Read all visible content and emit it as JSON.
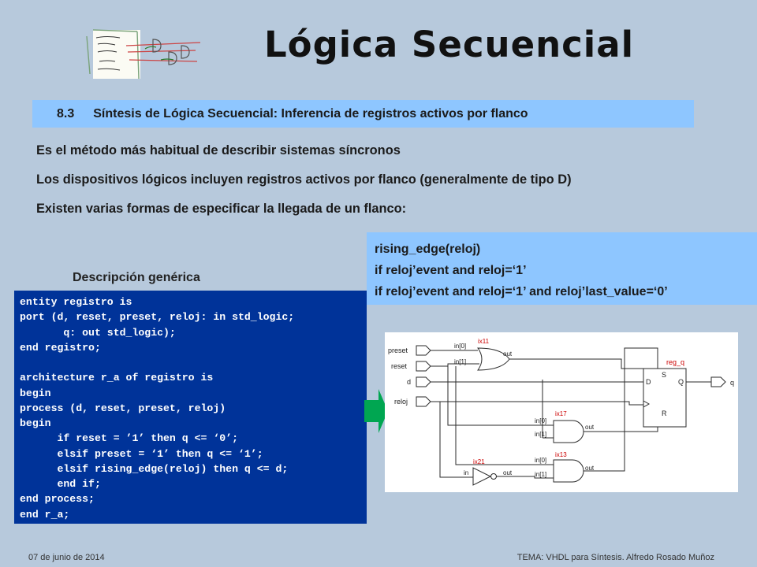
{
  "header": {
    "title": "Lógica Secuencial"
  },
  "section": {
    "number": "8.3",
    "title": "Síntesis de Lógica Secuencial: Inferencia de registros activos por flanco"
  },
  "bullets": [
    "Es el método más habitual de describir sistemas síncronos",
    "Los dispositivos lógicos incluyen registros activos por flanco (generalmente de tipo D)",
    "Existen varias formas de especificar la llegada de un flanco:"
  ],
  "edge_forms": [
    "rising_edge(reloj)",
    "if reloj’event and reloj=‘1’",
    "if reloj’event and reloj=‘1’ and reloj’last_value=‘0’"
  ],
  "code": {
    "heading": "Descripción genérica",
    "lines": [
      "entity registro is",
      "port (d, reset, preset, reloj: in std_logic;",
      "       q: out std_logic);",
      "end registro;",
      "",
      "architecture r_a of registro is",
      "begin",
      "process (d, reset, preset, reloj)",
      "begin",
      "      if reset = ’1’ then q <= ‘0’;",
      "      elsif preset = ‘1’ then q <= ‘1’;",
      "      elsif rising_edge(reloj) then q <= d;",
      "      end if;",
      "end process;",
      "end r_a;"
    ]
  },
  "schematic": {
    "inputs": [
      "preset",
      "reset",
      "d",
      "reloj"
    ],
    "output": "q",
    "register": {
      "name": "reg_q",
      "d": "D",
      "q": "Q",
      "s": "S",
      "r": "R"
    },
    "gates": [
      {
        "name": "ix11",
        "in0": "in[0]",
        "in1": "in[1]",
        "out": "out"
      },
      {
        "name": "ix17",
        "in0": "in[0]",
        "in1": "in[1]",
        "out": "out"
      },
      {
        "name": "ix13",
        "in0": "in[0]",
        "in1": "in[1]",
        "out": "out"
      },
      {
        "name": "ix21",
        "in": "in",
        "out": "out"
      }
    ]
  },
  "footer": {
    "date": "07 de junio de 2014",
    "tema": "TEMA: VHDL para Síntesis. Alfredo Rosado Muñoz"
  },
  "colors": {
    "background": "#b7c9dc",
    "highlight": "#8ec6ff",
    "code_bg": "#003399",
    "arrow": "#00a651"
  }
}
